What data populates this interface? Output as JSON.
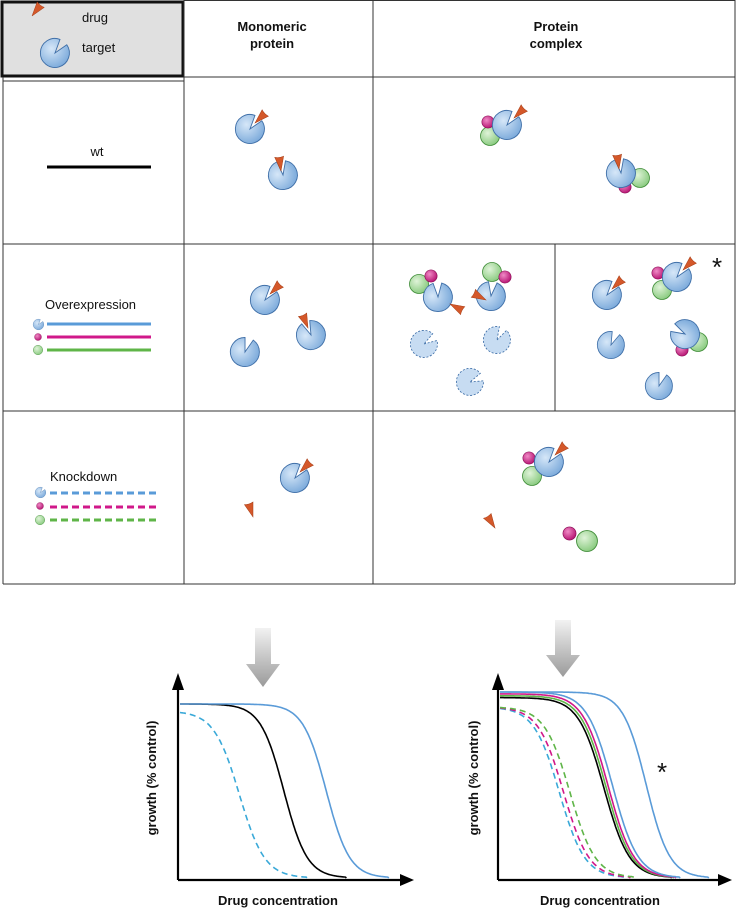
{
  "legend": {
    "drug": "drug",
    "target": "target"
  },
  "columns": {
    "monomeric_line1": "Monomeric",
    "monomeric_line2": "protein",
    "complex_line1": "Protein",
    "complex_line2": "complex"
  },
  "rows": {
    "wt": "wt",
    "overexpression": "Overexpression",
    "knockdown": "Knockdown"
  },
  "asterisk": "*",
  "colors": {
    "drug": "#d4582a",
    "target": "#8fbbe6",
    "partner_magenta": "#cc1a84",
    "partner_green": "#8fd18a",
    "line_blue": "#5a9bd8",
    "line_magenta": "#d0188a",
    "line_green": "#5fb548",
    "wt_line": "#000000"
  },
  "chart_data": [
    {
      "type": "line",
      "panel": "monomeric protein",
      "xlabel": "Drug concentration",
      "ylabel": "growth (% control)",
      "xlim": [
        0,
        10
      ],
      "ylim": [
        0,
        100
      ],
      "series": [
        {
          "color": "#000000",
          "style": "solid",
          "ic50": 4.9,
          "top": 100,
          "steep": 0.55
        },
        {
          "color": "#5a9bd8",
          "style": "solid",
          "ic50": 6.9,
          "top": 100,
          "steep": 0.55
        },
        {
          "color": "#3aa9d8",
          "style": "dashed",
          "ic50": 2.8,
          "top": 96,
          "steep": 0.6
        }
      ]
    },
    {
      "type": "line",
      "panel": "protein complex",
      "xlabel": "Drug concentration",
      "ylabel": "growth (% control)",
      "xlim": [
        0,
        10
      ],
      "ylim": [
        0,
        100
      ],
      "series": [
        {
          "color": "#000000",
          "style": "solid",
          "ic50": 4.9,
          "top": 97,
          "steep": 0.6
        },
        {
          "color": "#5fb548",
          "style": "solid",
          "ic50": 5.0,
          "top": 98,
          "steep": 0.6
        },
        {
          "color": "#d0188a",
          "style": "solid",
          "ic50": 5.1,
          "top": 99,
          "steep": 0.6
        },
        {
          "color": "#5a9bd8",
          "style": "solid",
          "ic50": 5.3,
          "top": 100,
          "steep": 0.6
        },
        {
          "color": "#5a9bd8",
          "style": "solid",
          "ic50": 6.9,
          "top": 100,
          "steep": 0.55
        },
        {
          "color": "#3aa9d8",
          "style": "dashed",
          "ic50": 2.8,
          "top": 92,
          "steep": 0.6
        },
        {
          "color": "#d0188a",
          "style": "dashed",
          "ic50": 3.0,
          "top": 92,
          "steep": 0.6
        },
        {
          "color": "#5fb548",
          "style": "dashed",
          "ic50": 3.3,
          "top": 92,
          "steep": 0.6
        }
      ]
    }
  ]
}
